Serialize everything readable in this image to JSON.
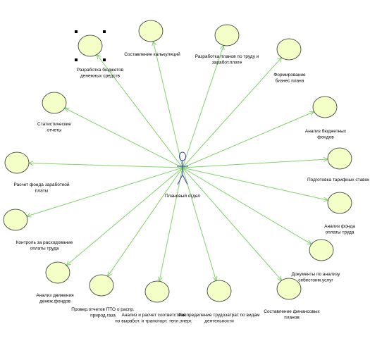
{
  "diagram": {
    "type": "use-case",
    "colors": {
      "association": "#7fd36a",
      "usecase_fill": "#f4ffc8",
      "usecase_stroke": "#2f2f2f",
      "actor": "#3a3ab0",
      "text": "#000000",
      "selection_handle": "#000000"
    },
    "actor": {
      "name": "Плановый отдел",
      "icon": "stick-figure-actor-icon"
    },
    "use_cases": [
      {
        "id": "uc-01",
        "lines": [
          "Разработка бюджетов",
          "денежных средств"
        ],
        "selected": true
      },
      {
        "id": "uc-02",
        "lines": [
          "Составление калькуляций"
        ],
        "selected": false
      },
      {
        "id": "uc-03",
        "lines": [
          "Разработка планов по труду и",
          "заработ.плате"
        ],
        "selected": false
      },
      {
        "id": "uc-04",
        "lines": [
          "Формирование",
          "бизнес плана"
        ],
        "selected": false
      },
      {
        "id": "uc-05",
        "lines": [
          "Анализ бюджетных",
          "фондов"
        ],
        "selected": false
      },
      {
        "id": "uc-06",
        "lines": [
          "Подготовка тарифных ставок"
        ],
        "selected": false
      },
      {
        "id": "uc-07",
        "lines": [
          "Анализ фонда",
          "оплаты труда"
        ],
        "selected": false
      },
      {
        "id": "uc-08",
        "lines": [
          "Документы по анализу",
          "себестоим.услуг"
        ],
        "selected": false
      },
      {
        "id": "uc-09",
        "lines": [
          "Составление финансовых",
          "планов"
        ],
        "selected": false
      },
      {
        "id": "uc-10",
        "lines": [
          "Распределение трудозатрат по видам",
          "деятельности"
        ],
        "selected": false
      },
      {
        "id": "uc-11",
        "lines": [
          "Анализ и расчет соответствия",
          "по выработ. и транспорт. тепл.энерг."
        ],
        "selected": false
      },
      {
        "id": "uc-12",
        "lines": [
          "Провер.отчетов ПТО о распр.",
          "природ.газа"
        ],
        "selected": false
      },
      {
        "id": "uc-13",
        "lines": [
          "Анализ движения",
          "денеж.фондов"
        ],
        "selected": false
      },
      {
        "id": "uc-14",
        "lines": [
          "Контроль за расходование",
          "оплаты труда"
        ],
        "selected": false
      },
      {
        "id": "uc-15",
        "lines": [
          "Расчет фонда заработной",
          "платы"
        ],
        "selected": false
      },
      {
        "id": "uc-16",
        "lines": [
          "Статистические",
          "отчеты"
        ],
        "selected": false
      }
    ]
  }
}
